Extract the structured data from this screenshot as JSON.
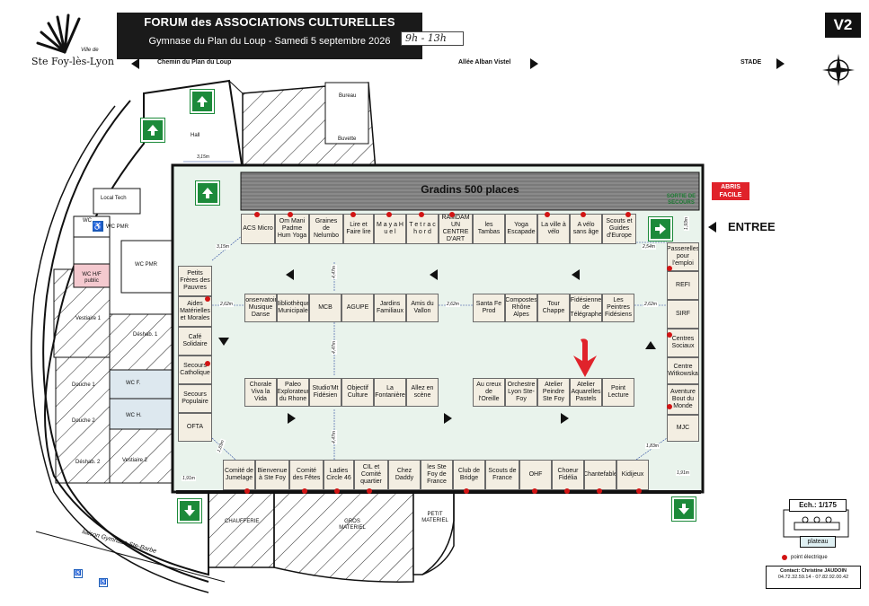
{
  "header": {
    "title": "FORUM des ASSOCIATIONS CULTURELLES",
    "subtitle": "Gymnase du Plan du Loup - Samedi 5 septembre 2026",
    "handnote": "9h - 13h",
    "version": "V2"
  },
  "logo": {
    "top": "Ville de",
    "main": "Ste Foy-lès-Lyon"
  },
  "streets": {
    "chemin": "Chemin du Plan du Loup",
    "allee": "Allée Alban Vistel",
    "stade": "STADE",
    "liaison": "liaison Gymnase Ste-Barbe"
  },
  "rooms": {
    "bureau": "Bureau",
    "buvette": "Buvette",
    "hall": "Hall",
    "local_tech": "Local Tech",
    "wc": "WC",
    "wc_pmr": "WC PMR",
    "wc_pmr2": "WC PMR",
    "wc_hf": "WC H/F public",
    "vestiaire1": "Vestiaire 1",
    "deshab1": "Déshab. 1",
    "douche1": "Douche 1",
    "douche2": "Douche 2",
    "wcf": "WC F.",
    "wch": "WC H.",
    "deshab2": "Déshab. 2",
    "vestiaire2": "Vestiaire 2",
    "chaufferie": "CHAUFFERIE",
    "gros_materiel": "GROS MATERIEL",
    "petit_materiel": "PETIT MATERIEL"
  },
  "labels": {
    "gradins": "Gradins 500 places",
    "abris": "ABRIS FACILE",
    "sortie": "SORTIE DE SECOURS",
    "entree": "ENTREE",
    "scale": "Ech.: 1/175",
    "plateau": "plateau",
    "legend_point": "point électrique",
    "contact_line1": "Contact: Christine JAUDOIN",
    "contact_line2": "04.72.32.59.14 - 07.82.92.00.42"
  },
  "dims": {
    "d1": "3,15m",
    "d2": "3,15m",
    "d3": "2,62m",
    "d4": "4,47m",
    "d5": "2,62m",
    "d6": "2,62m",
    "d7": "4,47m",
    "d8": "4,47m",
    "d9": "1,83m",
    "d10": "1,91m",
    "d11": "1,83m",
    "d12": "1,91m",
    "d13": "2,54m",
    "d14": "1,93m"
  },
  "booths": {
    "top": [
      "ACS Micro",
      "Om Mani Padme Hum Yoga",
      "Graines de Nelumbo",
      "Lire et Faire lire",
      "M a y a H u e l",
      "T e t r a c h o r d",
      "RAMDAM UN CENTRE D'ART",
      "les Tambas",
      "Yoga Escapade",
      "La ville à vélo",
      "A vélo sans âge",
      "Scouts et Guides d'Europe"
    ],
    "left": [
      "Petits Frères des Pauvres",
      "Aides Matérielles et Morales",
      "Café Solidaire",
      "Secours Catholique",
      "Secours Populaire",
      "OFTA"
    ],
    "right": [
      "Passerelles pour l'emploi",
      "REFI",
      "SIRF",
      "Centres Sociaux",
      "Centre Witkowska",
      "Aventure Bout du Monde",
      "MJC"
    ],
    "mid1_left": [
      "Conservatoire Musique Danse",
      "Bibliothèque Municipale",
      "MCB",
      "AGUPE",
      "Jardins Familiaux",
      "Amis du Vallon"
    ],
    "mid1_right": [
      "Santa Fe Prod",
      "Compostes Rhône Alpes",
      "Tour Chappe",
      "Fidésienne de Télégraphe",
      "Les Peintres Fidésiens"
    ],
    "mid2_left": [
      "Chorale Viva la Vida",
      "Paleo Explorateur du Rhone",
      "Studio'Mt Fidésien",
      "Objectif Culture",
      "La Fontanière",
      "Allez en scène"
    ],
    "mid2_right": [
      "Au creux de l'Oreille",
      "Orchestre Lyon Ste-Foy",
      "Atelier Peindre Ste Foy",
      "Atelier Aquarelles Pastels",
      "Point Lecture"
    ],
    "bottom": [
      "Comité de Jumelage",
      "Bienvenue à Ste Foy",
      "Comité des Fêtes",
      "Ladies Circle 46",
      "CIL et Comité quartier",
      "Chez Daddy",
      "les Ste Foy de France",
      "Club de Bridge",
      "Scouts de France",
      "OHF",
      "Choeur Fidélia",
      "Chantefable",
      "Kidijeux"
    ]
  },
  "colors": {
    "booth": "#f3eee2",
    "floor": "#e9f3ec",
    "exit": "#1c8a3a",
    "abris": "#e0232b",
    "point": "#d21414",
    "annot_arrow": "#e0232b"
  },
  "icons": {
    "exit": "exit-arrow-icon",
    "compass": "compass-icon",
    "point": "electric-point-icon",
    "annotation": "red-down-arrow-icon",
    "wheelchair": "wheelchair-icon"
  }
}
